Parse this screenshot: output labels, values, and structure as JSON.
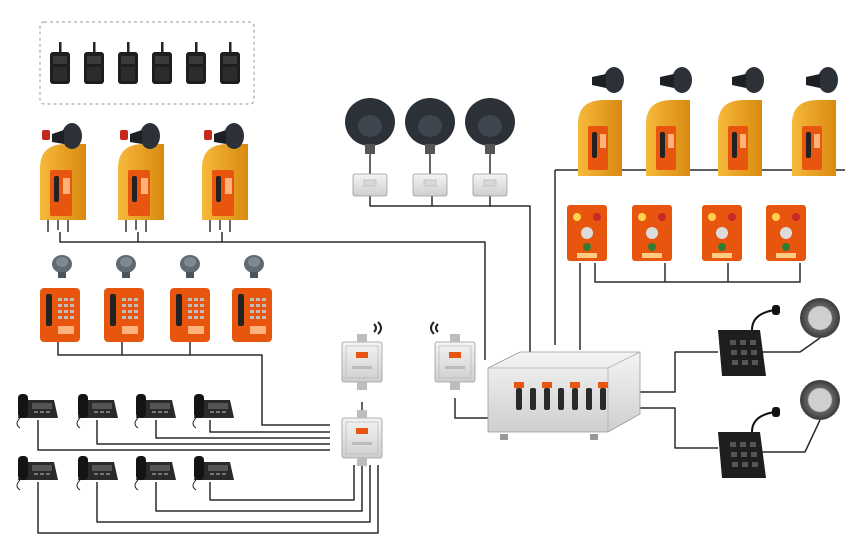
{
  "diagram": {
    "title": "",
    "colors": {
      "background": "#ffffff",
      "wire": "#2a2a2a",
      "safety_orange": "#e8550e",
      "hood_yellow": "#eda21c",
      "enclosure_white": "#eaeaea",
      "handset_black": "#1b1b1b",
      "horn_dark": "#2c3138"
    },
    "walkie_talkies": {
      "count": 6,
      "icon": "walkie-talkie-icon"
    },
    "hooded_telephones_with_horns": {
      "count": 3,
      "icon": "hooded-phone-icon"
    },
    "top_loudspeakers": {
      "count": 3,
      "icon": "loudspeaker-icon"
    },
    "right_hooded_telephones": {
      "count": 4,
      "icon": "hooded-phone-icon"
    },
    "control_stations": {
      "count": 4,
      "icon": "control-station-icon"
    },
    "explosion_proof_telephones": {
      "count": 4,
      "icon": "explosion-proof-phone-icon"
    },
    "beacon_lights": {
      "count": 4,
      "icon": "beacon-light-icon"
    },
    "wireless_access_points": {
      "count": 2,
      "icon": "wifi-icon"
    },
    "central_switch_box": {
      "icon": "junction-box-icon"
    },
    "desk_telephones": {
      "count": 8,
      "icon": "desk-phone-icon"
    },
    "dispatch_consoles": {
      "count": 2,
      "icon": "paging-microphone-icon"
    },
    "ceiling_speakers": {
      "count": 2,
      "icon": "ceiling-speaker-icon"
    }
  }
}
